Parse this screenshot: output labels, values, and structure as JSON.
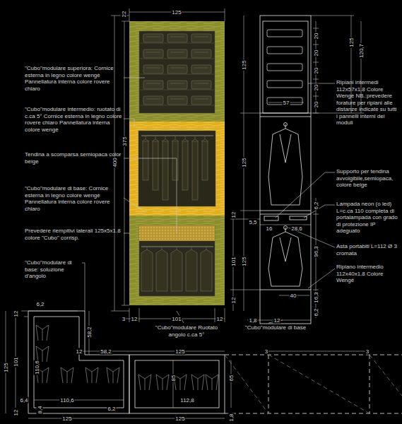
{
  "diagram": {
    "labels": [
      "\"Cubo\"modulare superiora: Cornice esterna in legno colore wengè Pannellatura interna colore rovere chiaro",
      "\"Cubo\"modulare intermedio: ruotato di c.ca 5° Cornice esterna in legno colore rovere chiaro Pannellatura interna colore wengè",
      "Tendina a scomparsa semiopaca color beige",
      "\"Cubo\"modulare di base: Cornice esterna in legno colore wengè Pannellatura interna colore rovere chiaro",
      "Prevedere riempitivi laterali 125x5x1.8 colore \"Cubo\" corrisp.",
      "\"Cubo\"modulare di base: soluzione d'angolo",
      "Ripiani intermedi 112x57x1.8 Colore Wengè NB.:prevedere forature per ripiani alle distanze indicate su tutti i pannelli interni dei moduli",
      "Supporto per tendina avvolgibile,semiopaca, colore beige",
      "Lampada neon (o led) L=c.ca 110 completa di portalampada con grado di protezione IP adeguato",
      "Asta portabiti L=112 Ø 3 cromata",
      "Ripiano intermedio 112x40x1.8 Colore Wengè",
      "\"Cubo\"modulare Ruotato angolo c.ca 5°",
      "\"Cubo\"modulare di base",
      "22",
      "125",
      "400",
      "375",
      "3",
      "12",
      "101",
      "12",
      "125",
      "125",
      "101",
      "125",
      "12",
      "12",
      "1,8",
      "12",
      "57",
      "20",
      "20",
      "20",
      "20",
      "20",
      "125",
      "120,7",
      "6,2",
      "5,5",
      "16",
      "28,6",
      "96,3",
      "40",
      "16,3",
      "6,2",
      "6,2",
      "12",
      "125",
      "101",
      "12",
      "110,6",
      "58,2",
      "12",
      "58,2",
      "6,4",
      "110,6",
      "8,4",
      "6,2",
      "125",
      "125",
      "112,8",
      "85",
      "65",
      "1,8",
      "125",
      "3",
      "3"
    ]
  }
}
